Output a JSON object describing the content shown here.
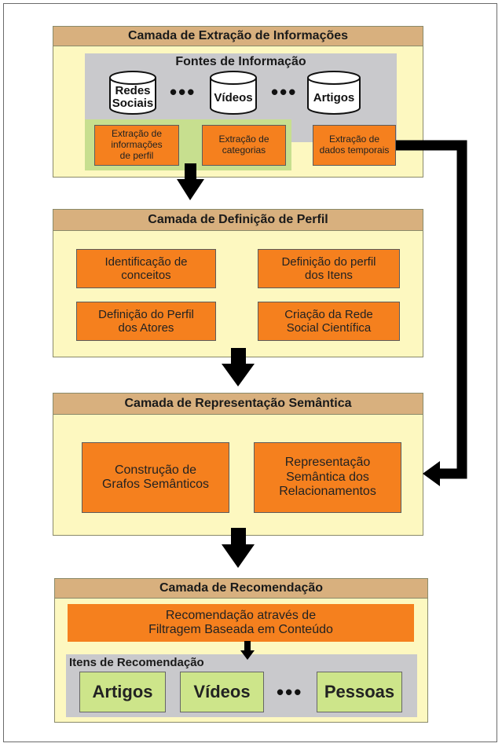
{
  "layer1": {
    "title": "Camada de Extração de Informações",
    "sources_title": "Fontes de Informação",
    "sources": [
      "Redes\nSociais",
      "Vídeos",
      "Artigos"
    ],
    "dots": "•••",
    "boxes": [
      "Extração de\ninformações\nde perfil",
      "Extração de\ncategorias",
      "Extração de\ndados temporais"
    ]
  },
  "layer2": {
    "title": "Camada de Definição de Perfil",
    "boxes": [
      "Identificação de\nconceitos",
      "Definição do perfil\ndos Itens",
      "Definição do Perfil\ndos Atores",
      "Criação da Rede\nSocial Científica"
    ]
  },
  "layer3": {
    "title": "Camada de Representação Semântica",
    "boxes": [
      "Construção de\nGrafos Semânticos",
      "Representação\nSemântica dos\nRelacionamentos"
    ]
  },
  "layer4": {
    "title": "Camada de Recomendação",
    "filter_box": "Recomendação através de\nFiltragem Baseada em Conteúdo",
    "items_title": "Itens de Recomendação",
    "items": [
      "Artigos",
      "Vídeos",
      "Pessoas"
    ],
    "dots": "•••"
  },
  "colors": {
    "layer_bg": "#fdf8c0",
    "header": "#d8b07e",
    "box": "#f5801e",
    "gray": "#c9c9cc",
    "green": "#c7df8f",
    "arrow": "#000000"
  }
}
